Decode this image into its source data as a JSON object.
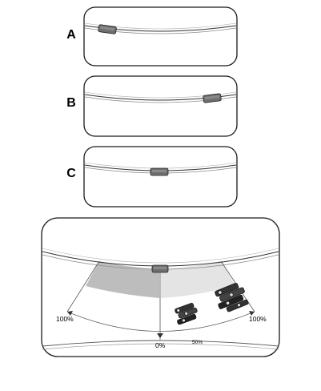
{
  "panels": [
    {
      "label": "A"
    },
    {
      "label": "B"
    },
    {
      "label": "C"
    }
  ],
  "detail": {
    "left_label": "100%",
    "center_label": "0%",
    "mid_label": "50%",
    "right_label": "100%"
  },
  "colors": {
    "outline": "#1a1a1a",
    "sensor": "#6e6e6e",
    "zone_dark": "#bdbdbd",
    "zone_light": "#e4e4e4"
  }
}
